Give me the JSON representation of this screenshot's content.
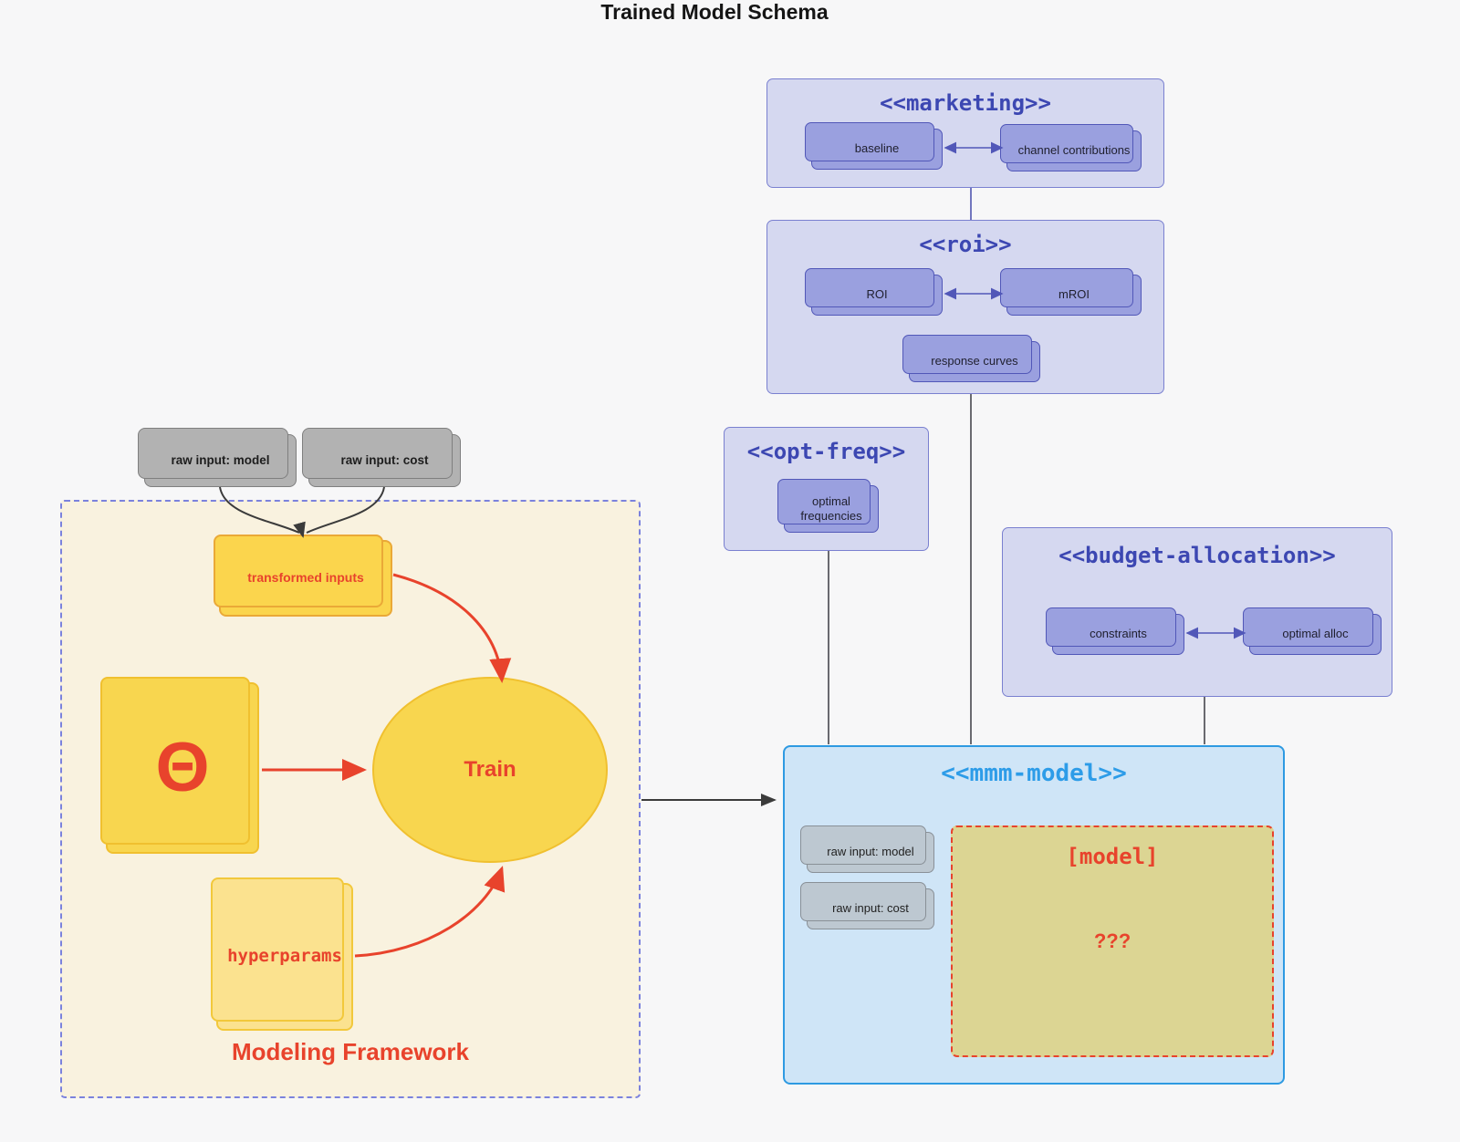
{
  "page": {
    "title": "Trained Model Schema"
  },
  "colors": {
    "bg": "#f7f7f8",
    "red": "#e8432c",
    "indigo": "#3c47b2",
    "indigo-line": "#5157b8",
    "pgroup-bg": "#d5d8f0",
    "pgroup-border": "#7a80d0",
    "pnode-bg": "#9aa0df",
    "pnode-border": "#5157b8",
    "blue": "#2d9ce8",
    "mmm-bg": "#cfe5f7",
    "mmm-border": "#2e9ae2",
    "khaki": "#dcd593",
    "cream": "#f9f2df",
    "frame-border": "#7b82dd",
    "yellow": "#fbd54d",
    "yellow-border": "#eaa937",
    "yellow2": "#f8d64f",
    "yellow2-border": "#f0c02f",
    "yellow3": "#fbe28f",
    "yellow3-border": "#f2c83b",
    "gray-node": "#b2b2b2",
    "gray-border": "#7f7f7f",
    "line": "#46464e",
    "arrow-dark": "#3b3b3b"
  },
  "inputs": {
    "raw_model": "raw input: model",
    "raw_cost": "raw input: cost"
  },
  "framework": {
    "label": "Modeling Framework",
    "transformed_inputs": "transformed inputs",
    "theta": "Θ",
    "train": "Train",
    "hyperparams": "hyperparams"
  },
  "marketing": {
    "title": "<<marketing>>",
    "baseline": "baseline",
    "channel_contributions": "channel contributions"
  },
  "roi": {
    "title": "<<roi>>",
    "roi": "ROI",
    "mroi": "mROI",
    "response_curves": "response curves"
  },
  "opt_freq": {
    "title": "<<opt-freq>>",
    "optimal_frequencies": "optimal frequencies"
  },
  "budget": {
    "title": "<<budget-allocation>>",
    "constraints": "constraints",
    "optimal_alloc": "optimal alloc"
  },
  "mmm": {
    "title": "<<mmm-model>>",
    "raw_model": "raw input: model",
    "raw_cost": "raw input: cost",
    "model": "[model]",
    "unknown": "???"
  }
}
